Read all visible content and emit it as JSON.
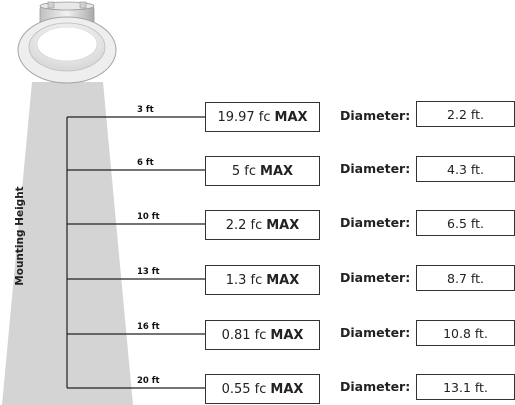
{
  "vertical_label": "Mounting Height",
  "rows": [
    {
      "distance": "3 ft",
      "fc_value": "19.97 fc",
      "fc_max": "MAX",
      "diameter_label": "Diameter:",
      "diameter": "2.2 ft."
    },
    {
      "distance": "6 ft",
      "fc_value": "5 fc",
      "fc_max": "MAX",
      "diameter_label": "Diameter:",
      "diameter": "4.3 ft."
    },
    {
      "distance": "10 ft",
      "fc_value": "2.2 fc",
      "fc_max": "MAX",
      "diameter_label": "Diameter:",
      "diameter": "6.5 ft."
    },
    {
      "distance": "13 ft",
      "fc_value": "1.3 fc",
      "fc_max": "MAX",
      "diameter_label": "Diameter:",
      "diameter": "8.7 ft."
    },
    {
      "distance": "16 ft",
      "fc_value": "0.81 fc",
      "fc_max": "MAX",
      "diameter_label": "Diameter:",
      "diameter": "10.8 ft."
    },
    {
      "distance": "20 ft",
      "fc_value": "0.55 fc",
      "fc_max": "MAX",
      "diameter_label": "Diameter:",
      "diameter": "13.1 ft."
    }
  ],
  "colors": {
    "beam": "#cfcfcf",
    "line": "#222222",
    "box_border": "#333333"
  },
  "icons": {
    "fixture": "recessed-downlight-icon"
  }
}
